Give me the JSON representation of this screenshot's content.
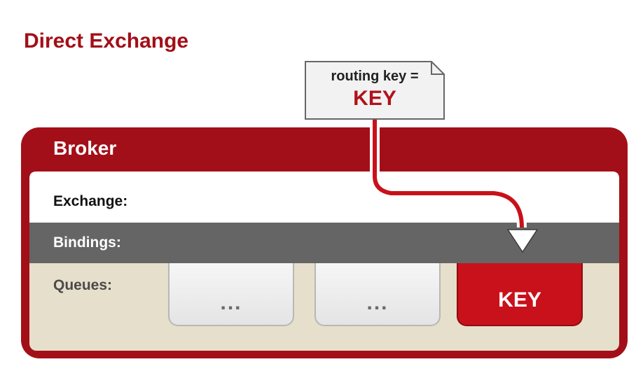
{
  "title": "Direct Exchange",
  "message": {
    "line1": "routing key =",
    "line2": "KEY"
  },
  "broker": {
    "label": "Broker",
    "rows": {
      "exchange": "Exchange:",
      "bindings": "Bindings:",
      "queues": "Queues:"
    },
    "queues": [
      {
        "label": "..."
      },
      {
        "label": "..."
      },
      {
        "label": "KEY",
        "highlighted": true
      }
    ]
  },
  "colors": {
    "brand_red": "#a30f18",
    "queue_red": "#c8111a",
    "bindings_grey": "#656565",
    "queues_bg": "#e6dfcb"
  }
}
